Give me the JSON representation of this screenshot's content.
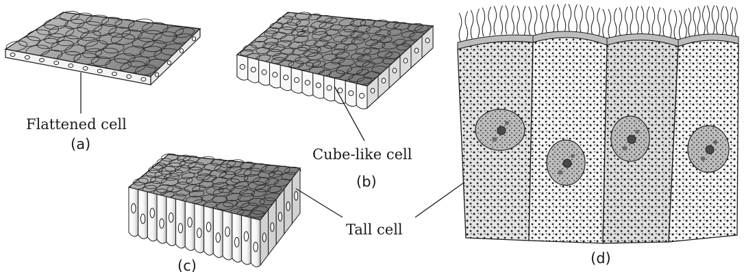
{
  "labels": {
    "flattened_cell": "Flattened cell",
    "cube_like_cell": "Cube-like cell",
    "tall_cell": "Tall cell"
  },
  "panels": {
    "a": "(a)",
    "b": "(b)",
    "c": "(c)",
    "d": "(d)"
  },
  "colors": {
    "ink": "#1a1a1a",
    "top_surface": "#b9b9b9",
    "top_surface_dark": "#8a8a8a",
    "cell_side": "#f2f2f2",
    "column_fill": "#e6e6e6",
    "nucleus_fill": "#bdbdbd"
  }
}
